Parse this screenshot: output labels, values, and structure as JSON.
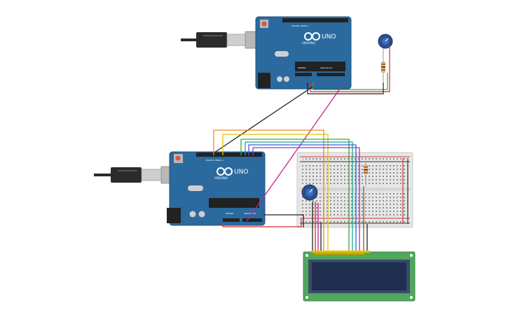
{
  "boards": [
    {
      "id": "top",
      "model_label": "UNO",
      "brand_label": "ARDUINO",
      "digital_header_label": "DIGITAL (PWM~)",
      "power_label": "POWER",
      "analog_label": "ANALOG IN"
    },
    {
      "id": "bottom",
      "model_label": "UNO",
      "brand_label": "ARDUINO",
      "digital_header_label": "DIGITAL (PWM~)",
      "power_label": "POWER",
      "analog_label": "ANALOG IN"
    }
  ],
  "colors": {
    "board": "#2a6a9e",
    "board_edge": "#1f5480",
    "usb_metal": "#c9c9c9",
    "cable": "#2b2b2b",
    "breadboard": "#e6e6e6",
    "breadboard_rail_red": "#d23a3a",
    "breadboard_rail_black": "#333333",
    "lcd_pcb": "#4fa85c",
    "lcd_screen": "#1f2d4f",
    "wire_black": "#222222",
    "wire_magenta": "#c2278b",
    "wire_orange": "#f08a1c",
    "wire_yellow": "#e3c200",
    "wire_green": "#3aa83a",
    "wire_teal": "#1aa59a",
    "wire_blue": "#3b5fd6",
    "wire_purple": "#8a3fc9",
    "wire_red": "#d42b2b",
    "wire_brown": "#8a5a2b"
  },
  "components": [
    "usb-cable",
    "arduino-uno",
    "potentiometer",
    "resistor",
    "breadboard",
    "lcd-16x2"
  ]
}
